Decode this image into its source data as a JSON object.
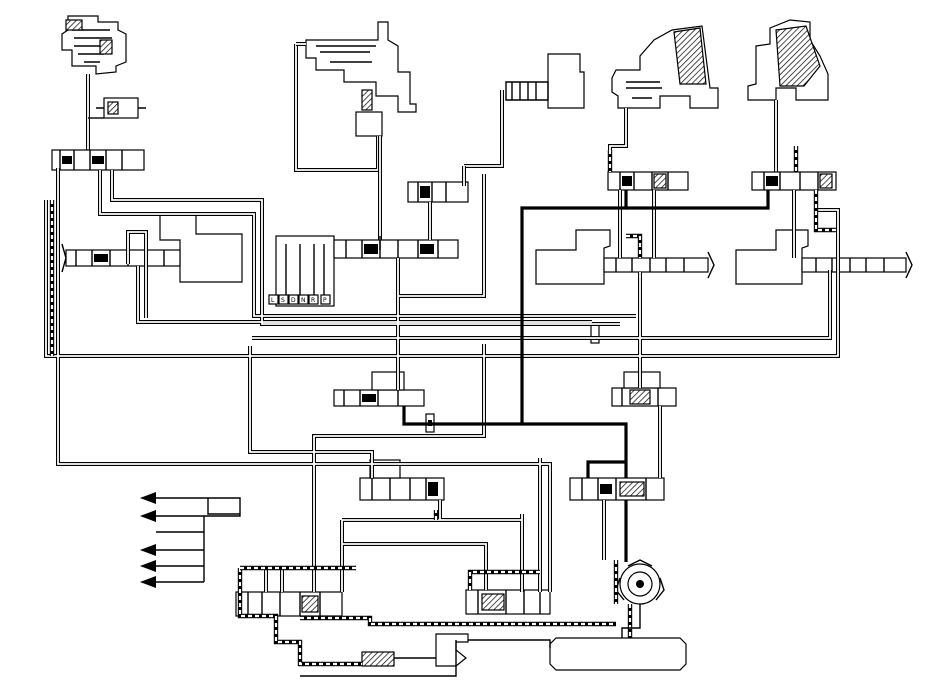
{
  "diagram": {
    "selector_labels": [
      "L",
      "S",
      "D",
      "N",
      "R",
      "P"
    ],
    "line_colors": {
      "line": "#000000",
      "background": "#ffffff"
    },
    "output_arrow_count": 5
  }
}
